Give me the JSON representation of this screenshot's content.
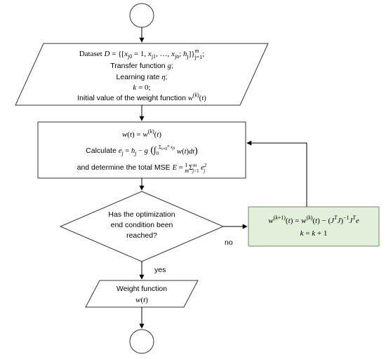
{
  "diagram": {
    "input_block": {
      "line1": "Dataset D = {[x_j0 = 1, x_j1, ..., x_jn; h_j]}_{j=1}^m;",
      "line2": "Transfer function g;",
      "line3": "Learning rate η;",
      "line4": "k = 0;",
      "line5": "Initial value of the weight function w^(k)(t)"
    },
    "process_block": {
      "line1": "w(t) = w^(k)(t)",
      "line2": "Calculate e_j = h_j − g(∫_0^{Σ_{i=0}^n x_ji} w(t)dt)",
      "line3": "and determine the total MSE E = (1/m)Σ_{j=1}^m e_j^2"
    },
    "decision": {
      "line1": "Has the optimization",
      "line2": "end condition been",
      "line3": "reached?"
    },
    "update_block": {
      "line1": "w^(k+1)(t) = w^(k)(t) − (J^T J)^{-1} J^T e",
      "line2": "k = k + 1"
    },
    "output_block": {
      "line1": "Weight function",
      "line2": "w(t)"
    },
    "edge_labels": {
      "no": "no",
      "yes": "yes"
    },
    "colors": {
      "update_fill": "#e2efda",
      "update_stroke": "#6f8f5a",
      "shape_stroke": "#333333"
    }
  }
}
